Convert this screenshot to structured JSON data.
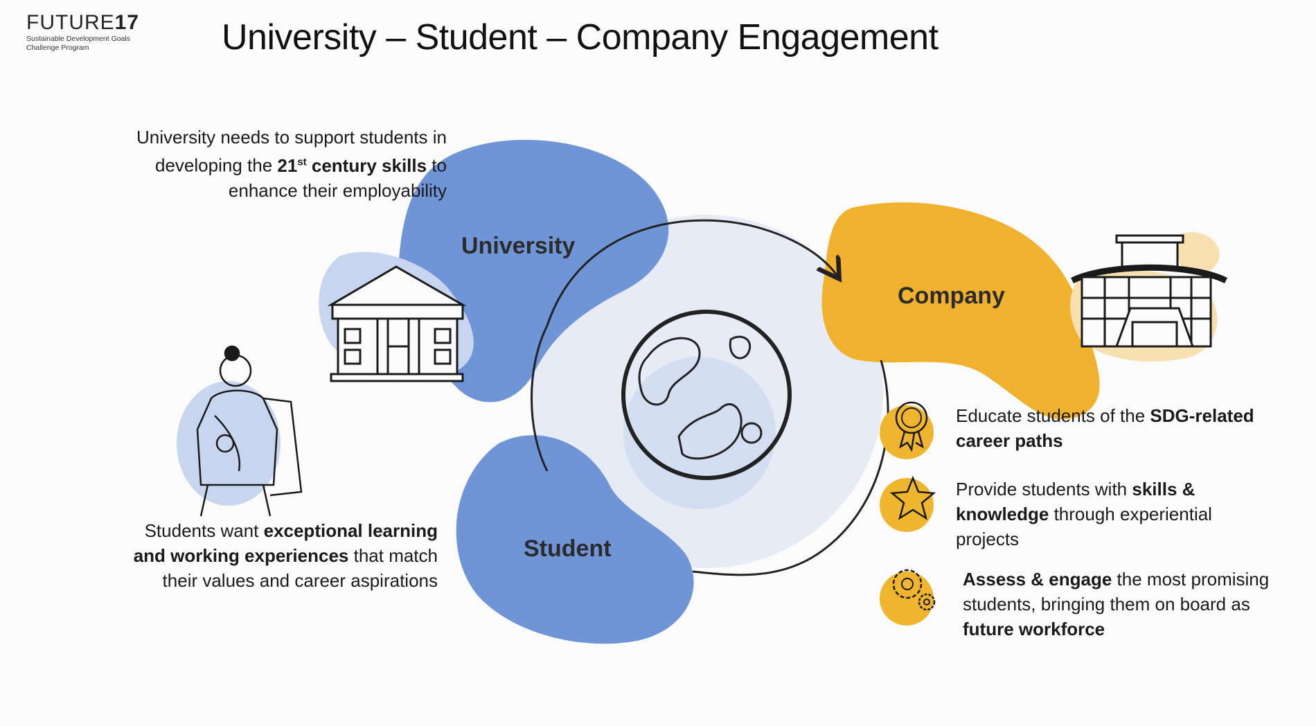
{
  "logo": {
    "brand_light": "FUTURE",
    "brand_bold": "17",
    "line1": "Sustainable Development Goals",
    "line2": "Challenge Program"
  },
  "title": "University – Student – Company Engagement",
  "nodes": {
    "university": "University",
    "student": "Student",
    "company": "Company"
  },
  "university_note": {
    "line1": "University needs to support students in",
    "line2_pre": "developing the ",
    "line2_bold": "21",
    "line2_sup": "st",
    "line2_bold2": " century skills",
    "line2_post": " to",
    "line3": "enhance their employability"
  },
  "student_note": {
    "line1_pre": "Students want ",
    "line1_bold": "exceptional learning",
    "line2_bold": "and working experiences",
    "line2_post": " that match",
    "line3": "their values and career aspirations"
  },
  "company_points": [
    {
      "icon": "award-ribbon-icon",
      "pre": "Educate students of the ",
      "bold": "SDG-related",
      "line2_bold": "career paths",
      "line2_post": "",
      "line3": ""
    },
    {
      "icon": "star-icon",
      "pre": "Provide students with ",
      "bold": "skills &",
      "line2_bold": "knowledge",
      "line2_post": " through experiential",
      "line3": "projects"
    },
    {
      "icon": "gears-icon",
      "pre": "",
      "bold": "Assess & engage",
      "post": " the most promising",
      "line2": "students, bringing them on board as",
      "line3_bold": "future workforce"
    }
  ],
  "colors": {
    "blue": "#6f95d6",
    "light_blue": "#c7d6ee",
    "pale": "#e6ebf5",
    "orange": "#f0b12e",
    "light_orange": "#f7dfb0"
  }
}
